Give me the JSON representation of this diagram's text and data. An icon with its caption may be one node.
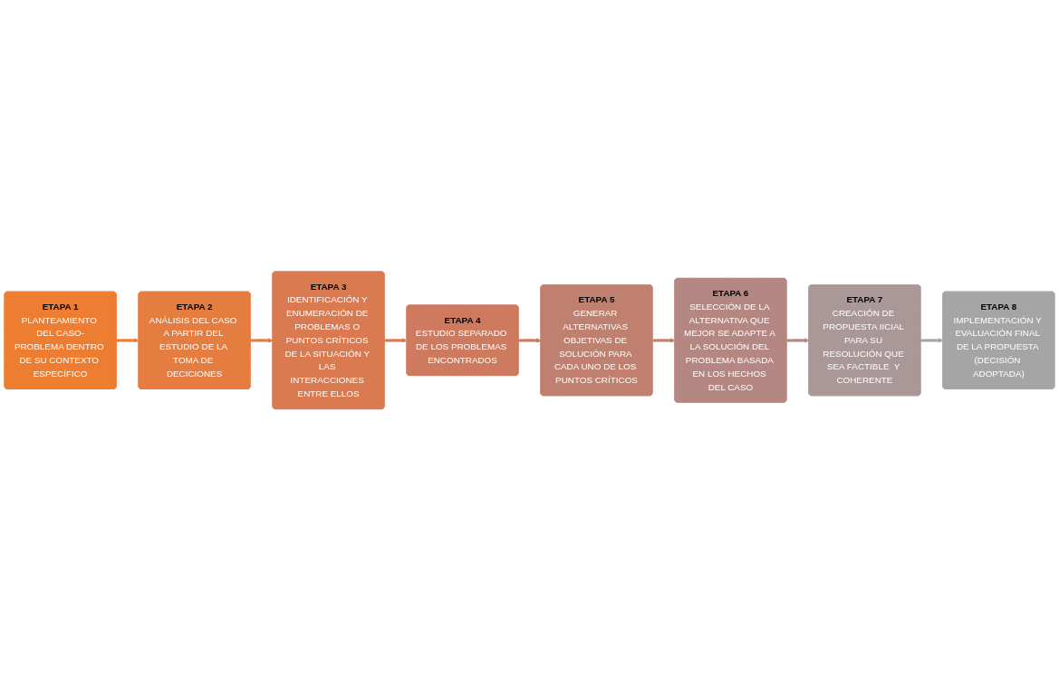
{
  "diagram": {
    "nodes": [
      {
        "text": [
          "ETAPA 1",
          "PLANTEAMIENTO DEL CASO-PROBLEMA DENTRO DE SU CONTEXTO ESPECÍFICO"
        ]
      },
      {
        "text": [
          "ETAPA 2",
          "ANÁLISIS DEL CASO A PARTIR DEL ESTUDIO DE LA TOMA DE DECICIONES"
        ]
      },
      {
        "text": [
          "ETAPA 3",
          "IDENTIFICACIÓN Y ENUMERACIÓN DE PROBLEMAS O PUNTOS CRÍTICOS DE LA SITUACIÓN Y LAS INTERACCIONES ENTRE ELLOS"
        ]
      },
      {
        "text": [
          "ETAPA 4",
          "ESTUDIO SEPARADO DE LOS PROBLEMAS ENCONTRADOS"
        ]
      },
      {
        "text": [
          "ETAPA 5",
          "GENERAR ALTERNATIVAS OBJETIVAS DE SOLUCIÓN PARA CADA UNO DE LOS PUNTOS CRÍTICOS"
        ]
      },
      {
        "text": [
          "ETAPA 6",
          "SELECCIÓN DE LA ALTERNATIVA QUE MEJOR SE ADAPTE A LA SOLUCIÓN DEL PROBLEMA BASADA EN LOS HECHOS DEL CASO"
        ]
      },
      {
        "text": [
          "ETAPA 7",
          "CREACIÓN DE PROPUESTA IICIAL PARA SU RESOLUCIÓN QUE SEA FACTIBLE  Y COHERENTE"
        ]
      },
      {
        "text": [
          "ETAPA 8",
          "IMPLEMENTACIÓN Y EVALUACIÓN FINAL DE LA PROPUESTA (DECISIÓN ADOPTADA)"
        ]
      }
    ],
    "edges": [
      {
        "from": 0,
        "to": 1,
        "arrow": "to",
        "color": "#ed7d31"
      },
      {
        "from": 1,
        "to": 2,
        "arrow": "to",
        "color": "#e07c45"
      },
      {
        "from": 2,
        "to": 3,
        "arrow": "to",
        "color": "#d67a52"
      },
      {
        "from": 3,
        "to": 4,
        "arrow": "to",
        "color": "#c97b63"
      },
      {
        "from": 4,
        "to": 5,
        "arrow": "to",
        "color": "#bd8274"
      },
      {
        "from": 5,
        "to": 6,
        "arrow": "to",
        "color": "#b48783"
      },
      {
        "from": 6,
        "to": 7,
        "arrow": "to",
        "color": "#a5a5a5"
      }
    ]
  }
}
